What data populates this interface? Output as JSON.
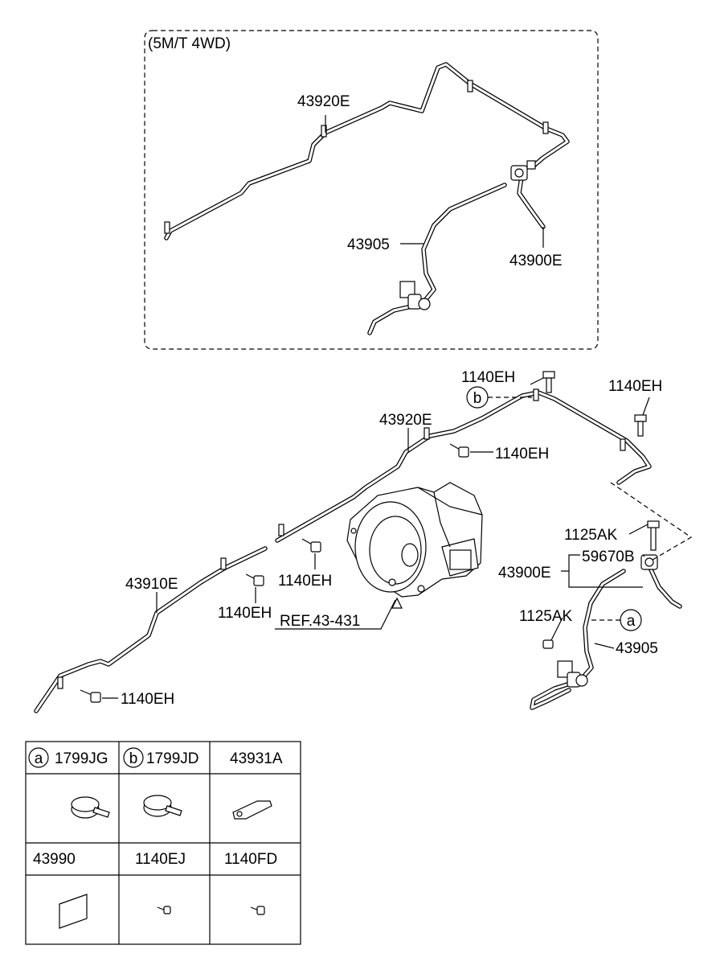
{
  "inset": {
    "title": "(5M/T 4WD)",
    "labels": {
      "pipe_upper": "43920E",
      "hose_lower": "43905",
      "hose_upper": "43900E"
    }
  },
  "main": {
    "labels": {
      "bolt_top": "1140EH",
      "bolt_right": "1140EH",
      "bolt_mid": "1140EH",
      "bolt_center": "1140EH",
      "bolt_left_mid": "1140EH",
      "bolt_left_low": "1140EH",
      "pipe_upper": "43920E",
      "pipe_lower": "43910E",
      "bracket_bolt_upper": "1125AK",
      "bracket_bolt_lower": "1125AK",
      "hose_upper": "43900E",
      "connector": "59670B",
      "hose_lower": "43905",
      "reference": "REF.43-431"
    },
    "callouts": {
      "b": "b",
      "a": "a"
    }
  },
  "legend": {
    "headers": [
      {
        "circle": "a",
        "code": "1799JG"
      },
      {
        "circle": "b",
        "code": "1799JD"
      },
      {
        "circle": "",
        "code": "43931A"
      }
    ],
    "row2": [
      "43990",
      "1140EJ",
      "1140FD"
    ]
  }
}
